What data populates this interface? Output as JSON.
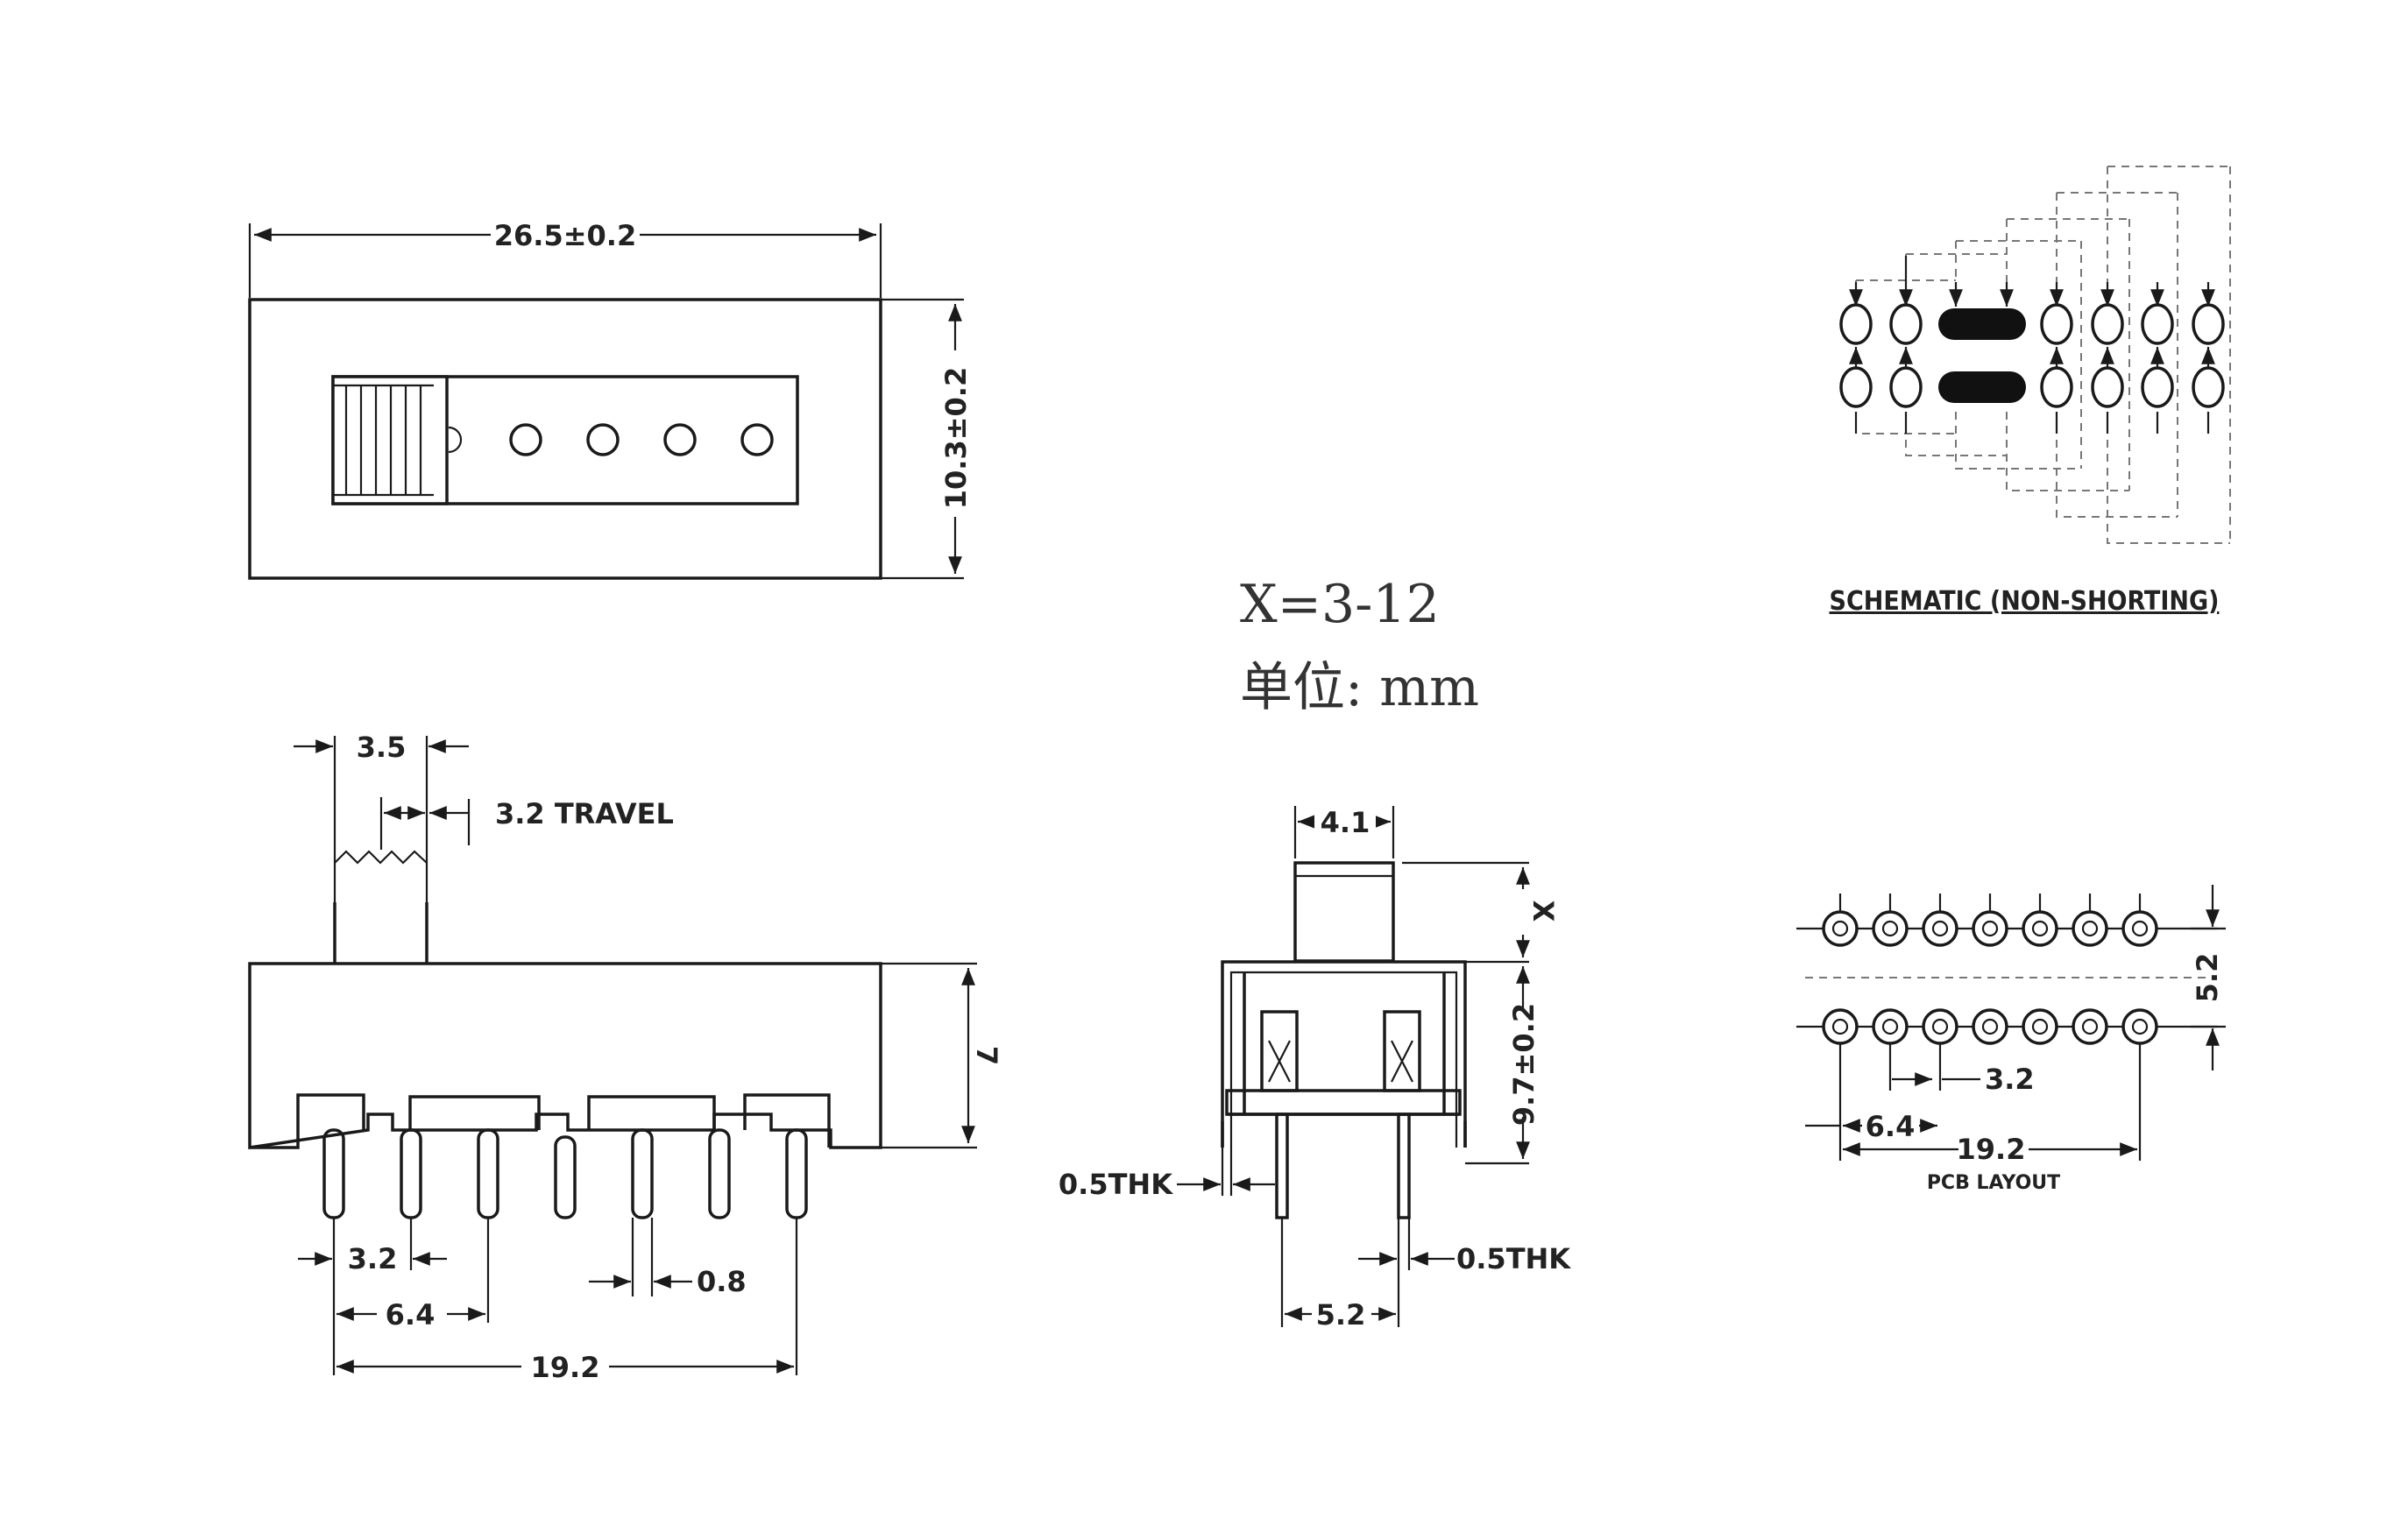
{
  "dimensions": {
    "top_width": "26.5±0.2",
    "top_height": "10.3±0.2",
    "actuator_width": "3.5",
    "travel": "3.2 TRAVEL",
    "side_height": "7",
    "pin_pitch_1": "3.2",
    "pin_pitch_2": "6.4",
    "pin_width": "0.8",
    "pin_span": "19.2",
    "end_actuator_width": "4.1",
    "end_actuator_height": "X",
    "end_body_height": "9.7±0.2",
    "end_thk_left": "0.5THK",
    "end_thk_right": "0.5THK",
    "end_pin_spacing": "5.2",
    "pcb_row_spacing": "5.2",
    "pcb_pitch_1": "3.2",
    "pcb_pitch_2": "6.4",
    "pcb_span": "19.2"
  },
  "notes": {
    "x_range": "X=3-12",
    "unit": "单位: mm"
  },
  "captions": {
    "schematic": "SCHEMATIC (NON-SHORTING)",
    "pcb": "PCB LAYOUT"
  }
}
